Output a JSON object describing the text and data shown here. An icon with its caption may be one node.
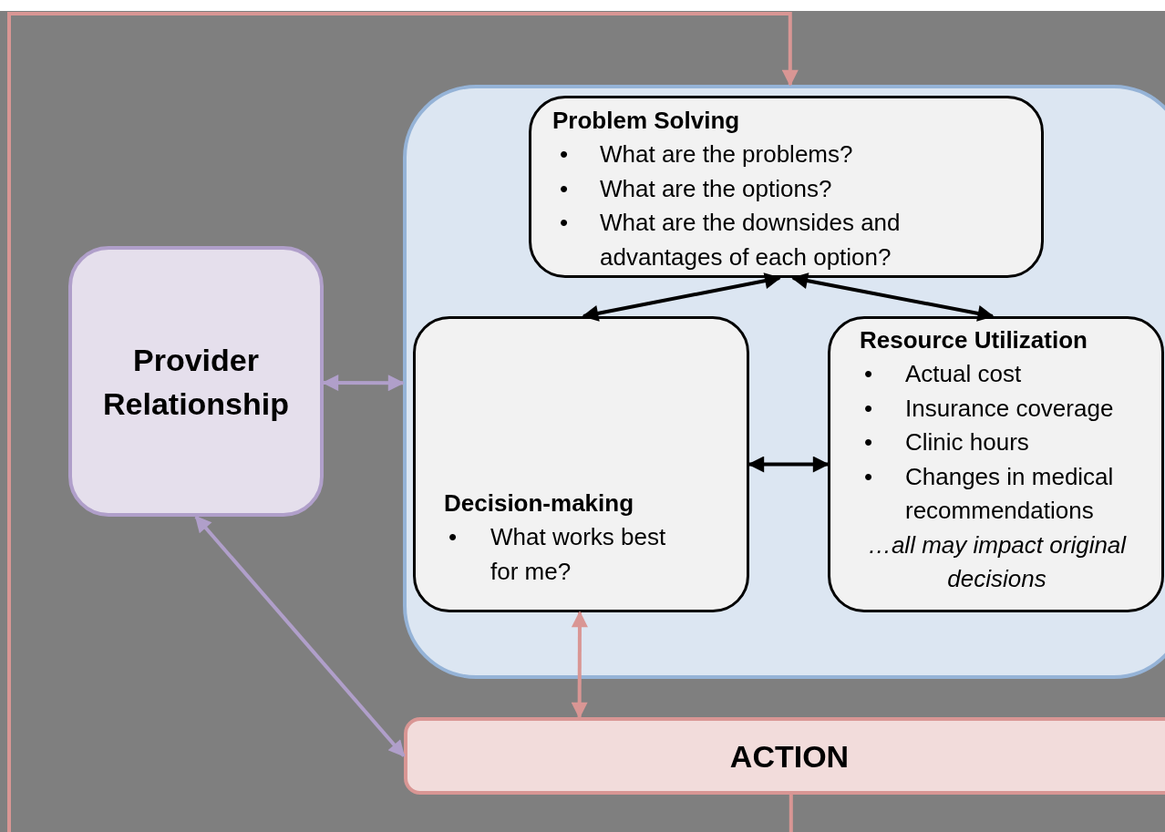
{
  "diagram": {
    "nodes": [
      {
        "text": [
          "Provider Relationship"
        ]
      },
      {
        "text": [],
        "shape": "box"
      },
      {
        "text": [
          "Problem Solving",
          "•\tWhat are the problems?",
          "•\tWhat are the options?",
          "•\tWhat are the downsides and advantages of each option?"
        ],
        "in": 1
      },
      {
        "text": [
          "Decision-making",
          "•\tWhat works best for me?"
        ],
        "in": 1
      },
      {
        "text": [
          "Resource Utilization",
          "•\tActual cost",
          "•\tInsurance coverage",
          "•\tClinic hours",
          "•\tChanges in medical recommendations",
          "…all may impact original decisions"
        ],
        "in": 1
      },
      {
        "text": [
          "ACTION"
        ]
      }
    ],
    "edges": [
      {
        "from": 2,
        "to": 3,
        "arrow": "both",
        "color": "#000000"
      },
      {
        "from": 2,
        "to": 4,
        "arrow": "both",
        "color": "#000000"
      },
      {
        "from": 3,
        "to": 4,
        "arrow": "both",
        "color": "#000000"
      },
      {
        "from": 0,
        "to": 1,
        "arrow": "both",
        "color": "#b09fca"
      },
      {
        "from": 0,
        "to": 5,
        "arrow": "both",
        "color": "#b09fca"
      },
      {
        "from": 3,
        "to": 5,
        "arrow": "both",
        "color": "#d99694"
      },
      {
        "from": 5,
        "to": 1,
        "arrow": "to",
        "color": "#d99694"
      }
    ]
  }
}
